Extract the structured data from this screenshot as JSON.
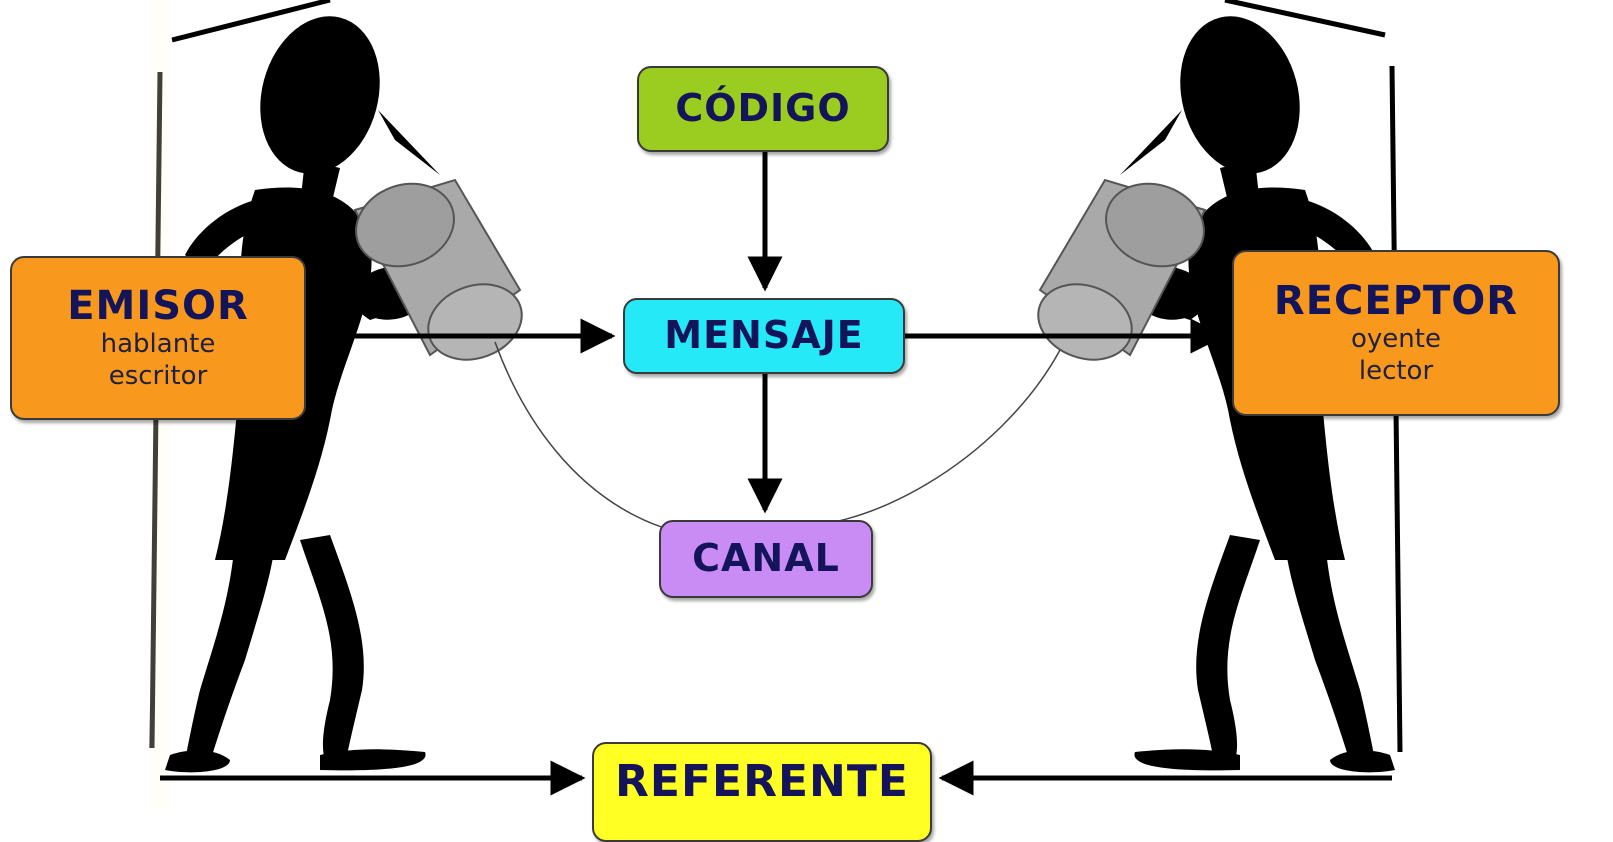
{
  "colors": {
    "codigo": "#9acd1f",
    "mensaje": "#25e9f7",
    "canal": "#c98cf5",
    "referente": "#ffff24",
    "emisor": "#f8991e",
    "receptor": "#f8991e",
    "silhouette": "#000000",
    "can": "#a8a8a8"
  },
  "icons": {
    "left_figure": "person-speaking-silhouette-icon",
    "right_figure": "person-listening-silhouette-icon",
    "left_can": "tin-can-phone-icon",
    "right_can": "tin-can-phone-icon"
  },
  "nodes": {
    "codigo": {
      "title": "CÓDIGO"
    },
    "mensaje": {
      "title": "MENSAJE"
    },
    "canal": {
      "title": "CANAL"
    },
    "referente": {
      "title": "REFERENTE"
    },
    "emisor": {
      "title": "EMISOR",
      "lines": [
        "hablante",
        "escritor"
      ]
    },
    "receptor": {
      "title": "RECEPTOR",
      "lines": [
        "oyente",
        "lector"
      ]
    }
  }
}
